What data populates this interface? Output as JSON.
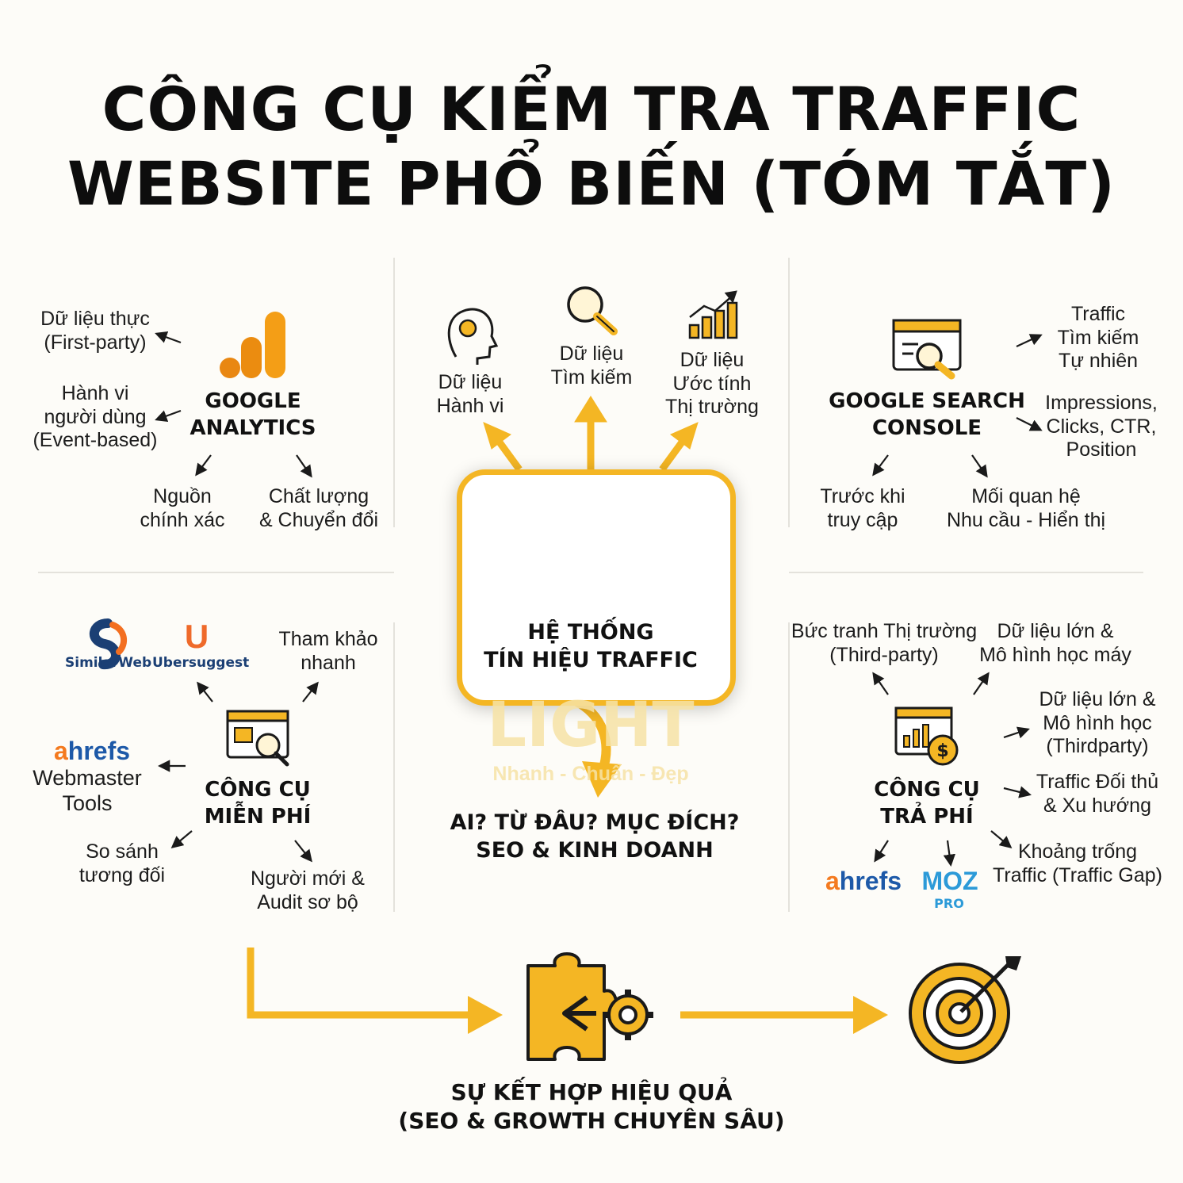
{
  "title": {
    "line1": "CÔNG CỤ KIỂM TRA TRAFFIC",
    "line2": "WEBSITE PHỔ BIẾN (TÓM TẮT)"
  },
  "center": {
    "title_line1": "HỆ THỐNG",
    "title_line2": "TÍN HIỆU TRAFFIC",
    "branch_behavior": [
      "Dữ liệu",
      "Hành vi"
    ],
    "branch_search": [
      "Dữ liệu",
      "Tìm kiếm"
    ],
    "branch_market": [
      "Dữ liệu",
      "Ước tính",
      "Thị trường"
    ],
    "outcome_line1": "AI? TỪ ĐÂU? MỤC ĐÍCH?",
    "outcome_line2": "SEO & KINH DOANH",
    "watermark": "LIGHT",
    "watermark_tagline": "Nhanh - Chuẩn - Đẹp"
  },
  "google_analytics": {
    "title_line1": "GOOGLE",
    "title_line2": "ANALYTICS",
    "first_party": [
      "Dữ liệu thực",
      "(First-party)"
    ],
    "behavior": [
      "Hành vi",
      "người dùng",
      "(Event-based)"
    ],
    "source": [
      "Nguồn",
      "chính xác"
    ],
    "quality": [
      "Chất lượng",
      "& Chuyển đổi"
    ]
  },
  "search_console": {
    "title_line1": "GOOGLE SEARCH",
    "title_line2": "CONSOLE",
    "organic": [
      "Traffic",
      "Tìm kiếm",
      "Tự nhiên"
    ],
    "metrics": [
      "Impressions,",
      "Clicks, CTR,",
      "Position"
    ],
    "before_visit": [
      "Trước khi",
      "truy cập"
    ],
    "relation": [
      "Mối quan hệ",
      "Nhu cầu - Hiển thị"
    ]
  },
  "free_tools": {
    "title_line1": "CÔNG CỤ",
    "title_line2": "MIỄN PHÍ",
    "similarweb": "SimilarWeb",
    "ubersuggest": "Ubersuggest",
    "ubersuggest_letter": "U",
    "ahrefs": "ahrefs",
    "webmaster": [
      "Webmaster",
      "Tools"
    ],
    "quick_ref": [
      "Tham khảo",
      "nhanh"
    ],
    "compare": [
      "So sánh",
      "tương đối"
    ],
    "newbie": [
      "Người mới &",
      "Audit sơ bộ"
    ]
  },
  "paid_tools": {
    "title_line1": "CÔNG CỤ",
    "title_line2": "TRẢ PHÍ",
    "market_picture": [
      "Bức tranh Thị trường",
      "(Third-party)"
    ],
    "big_data_ml": [
      "Dữ liệu lớn &",
      "Mô hình học máy"
    ],
    "big_data_thirdparty": [
      "Dữ liệu lớn &",
      "Mô hình học",
      "(Thirdparty)"
    ],
    "competitor": [
      "Traffic Đối thủ",
      "& Xu hướng"
    ],
    "gap": [
      "Khoảng trống",
      "Traffic (Traffic Gap)"
    ],
    "ahrefs": "ahrefs",
    "moz": "MOZ",
    "moz_sub": "PRO"
  },
  "footer": {
    "line1": "SỰ KẾT HỢP HIỆU QUẢ",
    "line2": "(SEO & GROWTH CHUYÊN SÂU)"
  },
  "colors": {
    "accent": "#f4b624",
    "accent_dark": "#e99a10",
    "ink": "#111111",
    "similarweb_blue": "#1b3f74",
    "similarweb_orange": "#f36f21",
    "ubersuggest_orange": "#ef6a2a",
    "ahrefs_orange": "#f47a1f",
    "ahrefs_blue": "#1d59a8",
    "moz_blue": "#2c9ad8"
  }
}
